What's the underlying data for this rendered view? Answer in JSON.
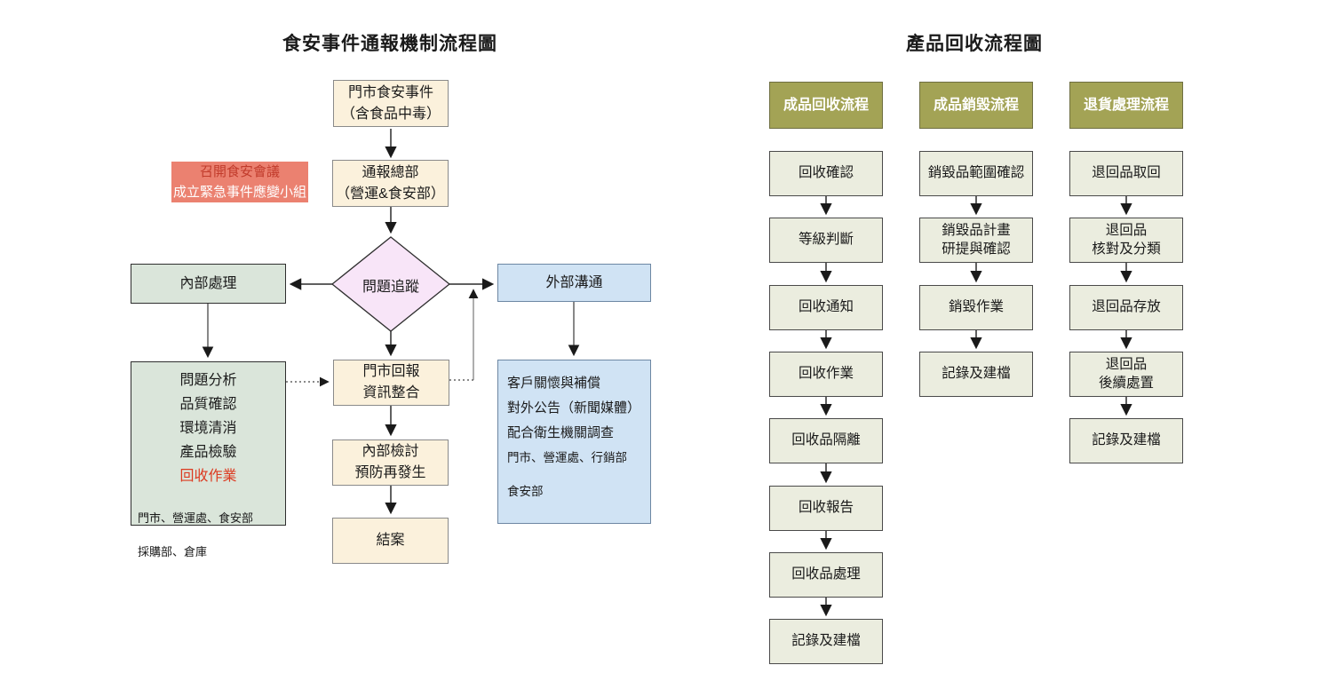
{
  "left_chart": {
    "title": "食安事件通報機制流程圖",
    "incident": {
      "line1": "門市食安事件",
      "line2": "（含食品中毒）"
    },
    "meeting": {
      "line1": "召開食安會議",
      "line2": "成立緊急事件應變小組"
    },
    "notify_hq": {
      "line1": "通報總部",
      "line2": "（營運&食安部）"
    },
    "tracking": "問題追蹤",
    "internal": "內部處理",
    "external": "外部溝通",
    "internal_detail": {
      "items": [
        "問題分析",
        "品質確認",
        "環境清消",
        "產品檢驗"
      ],
      "highlight_item": "回收作業",
      "dept1": "門市、營運處、食安部",
      "dept2": "採購部、倉庫"
    },
    "report": {
      "line1": "門市回報",
      "line2": "資訊整合"
    },
    "review": {
      "line1": "內部檢討",
      "line2": "預防再發生"
    },
    "close": "結案",
    "external_detail": {
      "item1": "客戶關懷與補償",
      "item2": "對外公告（新聞媒體）",
      "item3": "配合衛生機關調查",
      "dept1": "門市、營運處、行銷部",
      "dept2": "食安部"
    }
  },
  "right_chart": {
    "title": "產品回收流程圖",
    "columns": [
      {
        "header": "成品回收流程",
        "steps": [
          "回收確認",
          "等級判斷",
          "回收通知",
          "回收作業",
          "回收品隔離",
          "回收報告",
          "回收品處理",
          "記錄及建檔"
        ]
      },
      {
        "header": "成品銷毀流程",
        "steps": [
          "銷毀品範圍確認",
          "銷毀品計畫\n研提與確認",
          "銷毀作業",
          "記錄及建檔"
        ]
      },
      {
        "header": "退貨處理流程",
        "steps": [
          "退回品取回",
          "退回品\n核對及分類",
          "退回品存放",
          "退回品\n後續處置",
          "記錄及建檔"
        ]
      }
    ]
  },
  "colors": {
    "cream_box": "#FBF1DC",
    "green_box": "#DAE5DA",
    "blue_box": "#D0E3F4",
    "pink_diamond": "#F8E5F8",
    "salmon_box": "#EB8170",
    "meeting_line1_text": "#C13B2B",
    "meeting_line2_text": "#FFFFFF",
    "highlight_red_text": "#DC3A20",
    "olive_header": "#A3A355",
    "olive_header_text": "#FFFFFF",
    "right_step_box": "#EBEDDF"
  }
}
